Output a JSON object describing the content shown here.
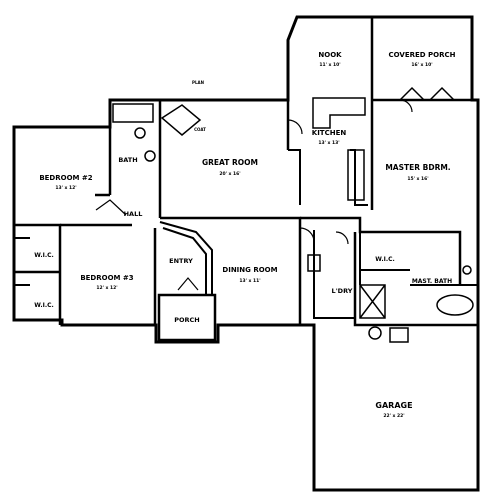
{
  "rooms": [
    {
      "id": "nook",
      "label": "NOOK",
      "dim": "11' x 10'"
    },
    {
      "id": "covered-porch",
      "label": "COVERED PORCH",
      "dim": "16' x 10'"
    },
    {
      "id": "kitchen",
      "label": "KITCHEN",
      "dim": "13' x 13'"
    },
    {
      "id": "great-room",
      "label": "GREAT ROOM",
      "dim": "20' x 16'"
    },
    {
      "id": "master-bdrm",
      "label": "MASTER BDRM.",
      "dim": "15' x 16'"
    },
    {
      "id": "bedroom-2",
      "label": "BEDROOM #2",
      "dim": "13' x 12'"
    },
    {
      "id": "bath",
      "label": "BATH"
    },
    {
      "id": "hall",
      "label": "HALL"
    },
    {
      "id": "wic-1",
      "label": "W.I.C."
    },
    {
      "id": "bedroom-3",
      "label": "BEDROOM #3",
      "dim": "12' x 12'"
    },
    {
      "id": "wic-2",
      "label": "W.I.C."
    },
    {
      "id": "entry",
      "label": "ENTRY"
    },
    {
      "id": "dining-room",
      "label": "DINING ROOM",
      "dim": "13' x 11'"
    },
    {
      "id": "porch",
      "label": "PORCH"
    },
    {
      "id": "wic-3",
      "label": "W.I.C."
    },
    {
      "id": "laundry",
      "label": "L'DRY"
    },
    {
      "id": "mast-bath",
      "label": "MAST. BATH"
    },
    {
      "id": "garage",
      "label": "GARAGE",
      "dim": "22' x 22'"
    }
  ],
  "annotations": {
    "plan_note": "PLAN",
    "coat": "COAT"
  }
}
